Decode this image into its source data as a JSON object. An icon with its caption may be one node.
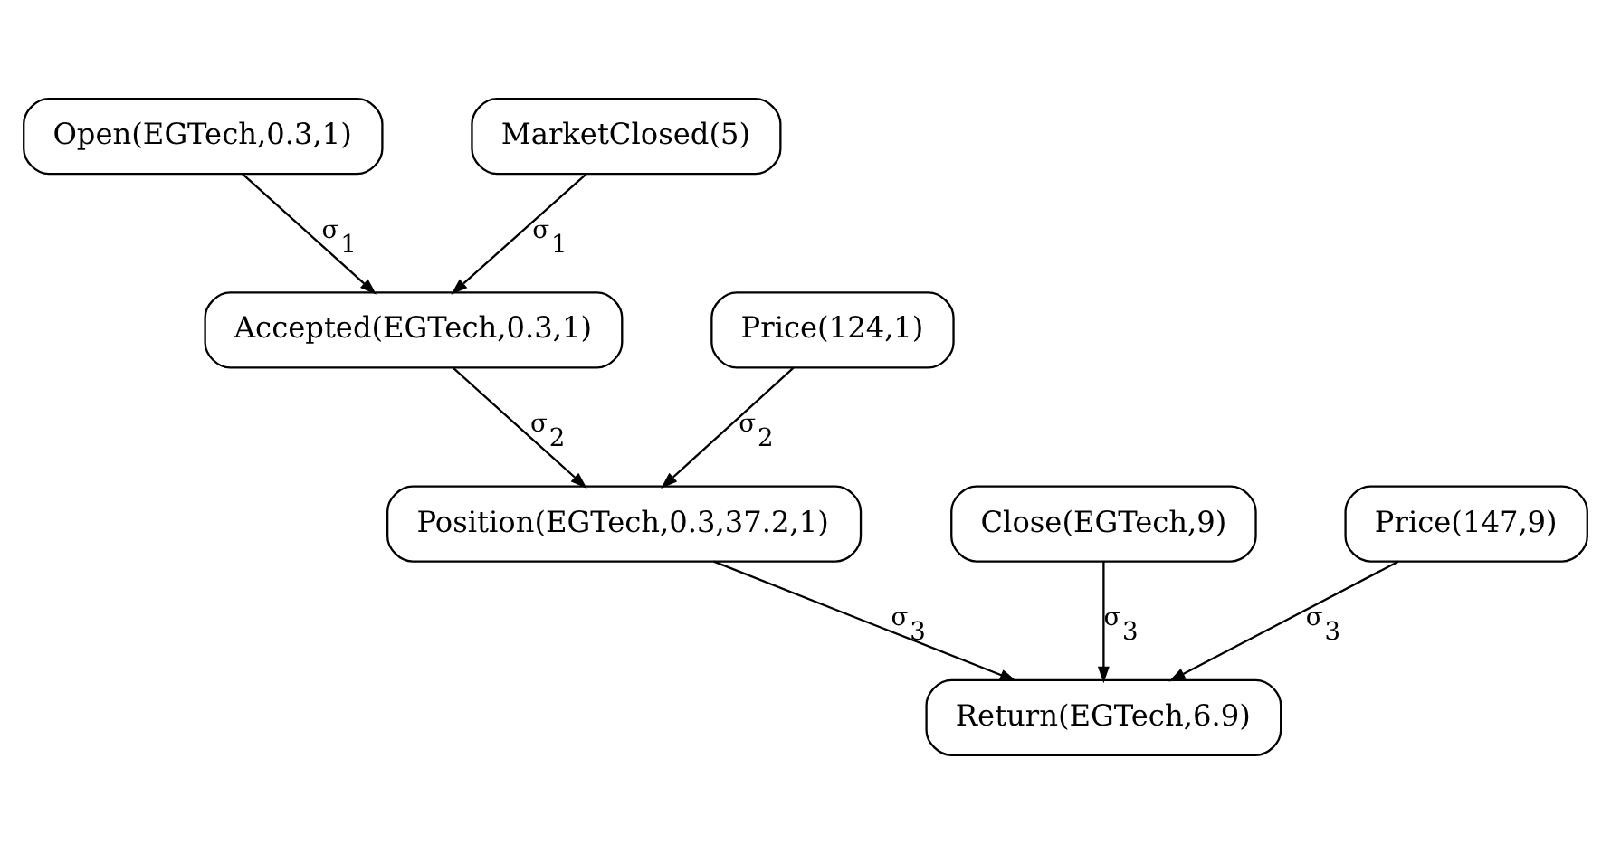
{
  "diagram": {
    "nodes": [
      {
        "text": [
          "Open(EGTech,0.3,1)"
        ]
      },
      {
        "text": [
          "MarketClosed(5)"
        ]
      },
      {
        "text": [
          "Accepted(EGTech,0.3,1)"
        ]
      },
      {
        "text": [
          "Price(124,1)"
        ]
      },
      {
        "text": [
          "Close(EGTech,9)"
        ]
      },
      {
        "text": [
          "Position(EGTech,0.3,37.2,1)"
        ]
      },
      {
        "text": [
          "Price(147,9)"
        ]
      },
      {
        "text": [
          "Return(EGTech,6.9)"
        ]
      }
    ],
    "edges": [
      {
        "from": 0,
        "to": 2,
        "arrow": "to",
        "label": "σ$_{1}$"
      },
      {
        "from": 1,
        "to": 2,
        "arrow": "to",
        "label": "σ$_{1}$"
      },
      {
        "from": 2,
        "to": 5,
        "arrow": "to",
        "label": "σ$_{2}$"
      },
      {
        "from": 3,
        "to": 5,
        "arrow": "to",
        "label": "σ$_{2}$"
      },
      {
        "from": 4,
        "to": 7,
        "arrow": "to",
        "label": "σ$_{3}$"
      },
      {
        "from": 5,
        "to": 7,
        "arrow": "to",
        "label": "σ$_{3}$"
      },
      {
        "from": 6,
        "to": 7,
        "arrow": "to",
        "label": "σ$_{3}$"
      }
    ]
  }
}
